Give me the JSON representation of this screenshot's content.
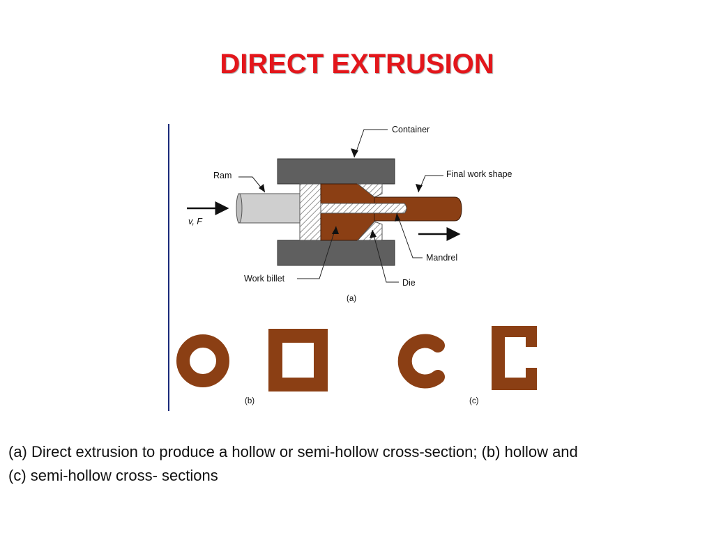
{
  "title": "DIRECT EXTRUSION",
  "colors": {
    "title": "#e3161b",
    "billet": "#8b3f14",
    "container": "#5f5f5f",
    "ram": "#cfcfcf",
    "hatch": "#777777",
    "divider": "#1a2a7a"
  },
  "figure": {
    "labels": {
      "container": "Container",
      "ram": "Ram",
      "final_work_shape": "Final work shape",
      "force": "v, F",
      "mandrel": "Mandrel",
      "work_billet": "Work billet",
      "die": "Die",
      "part_a": "(a)",
      "part_b": "(b)",
      "part_c": "(c)"
    }
  },
  "caption": {
    "line1": "(a) Direct extrusion to produce a hollow or semi-hollow cross-section; (b) hollow and",
    "line2": "(c) semi-hollow cross- sections"
  }
}
